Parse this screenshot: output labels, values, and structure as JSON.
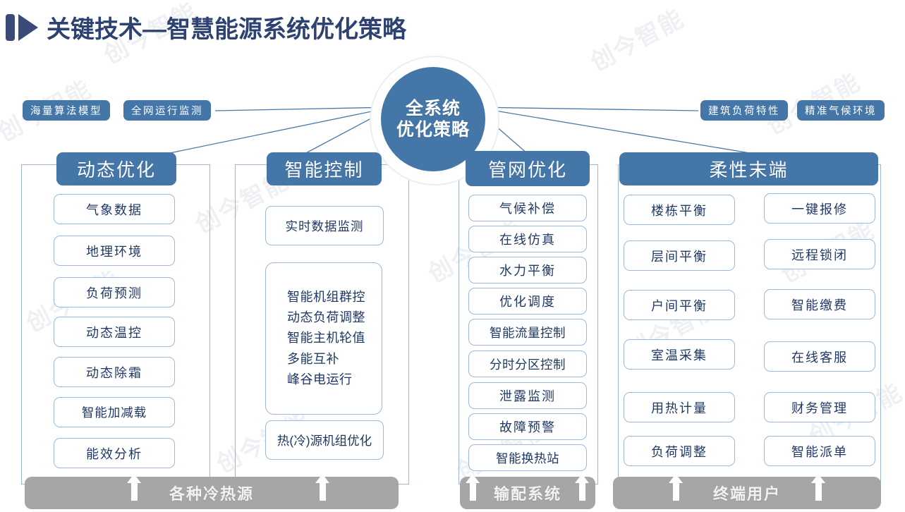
{
  "title": {
    "text": "关键技术—智慧能源系统优化策略",
    "icon": "play-bar-icon",
    "color": "#2E4272"
  },
  "watermark": {
    "text": "创今智能"
  },
  "hub": {
    "line1": "全系统",
    "line2": "优化策略",
    "color": "#4476A8"
  },
  "tags": {
    "left": [
      {
        "label": "海量算法模型"
      },
      {
        "label": "全网运行监测"
      }
    ],
    "right": [
      {
        "label": "建筑负荷特性"
      },
      {
        "label": "精准气候环境"
      }
    ]
  },
  "columns": [
    {
      "header": "动态优化",
      "items": [
        "气象数据",
        "地理环境",
        "负荷预测",
        "动态温控",
        "动态除霜",
        "智能加减载",
        "能效分析"
      ]
    },
    {
      "header": "智能控制",
      "items": [
        "实时数据监测"
      ],
      "multi_items": [
        "智能机组群控",
        "动态负荷调整",
        "智能主机轮值",
        "多能互补",
        "峰谷电运行"
      ],
      "footer_item": "热(冷)源机组优化"
    },
    {
      "header": "管网优化",
      "items": [
        "气候补偿",
        "在线仿真",
        "水力平衡",
        "优化调度",
        "智能流量控制",
        "分时分区控制",
        "泄露监测",
        "故障预警",
        "智能换热站"
      ]
    },
    {
      "header": "柔性末端",
      "items_left": [
        "楼栋平衡",
        "层间平衡",
        "户间平衡",
        "室温采集",
        "用热计量",
        "负荷调整"
      ],
      "items_right": [
        "一键报修",
        "远程锁闭",
        "智能缴费",
        "在线客服",
        "财务管理",
        "智能派单"
      ]
    }
  ],
  "bottom_bars": [
    {
      "label": "各种冷热源",
      "color": "#A6A6A6",
      "arrows": 2
    },
    {
      "label": "输配系统",
      "color": "#A6A6A6",
      "arrows": 2
    },
    {
      "label": "终端用户",
      "color": "#A6A6A6",
      "arrows": 2
    }
  ],
  "theme": {
    "accent": "#4476A8",
    "cell_border": "#9DB8D9",
    "cell_text": "#1F3864",
    "gray": "#A6A6A6"
  }
}
